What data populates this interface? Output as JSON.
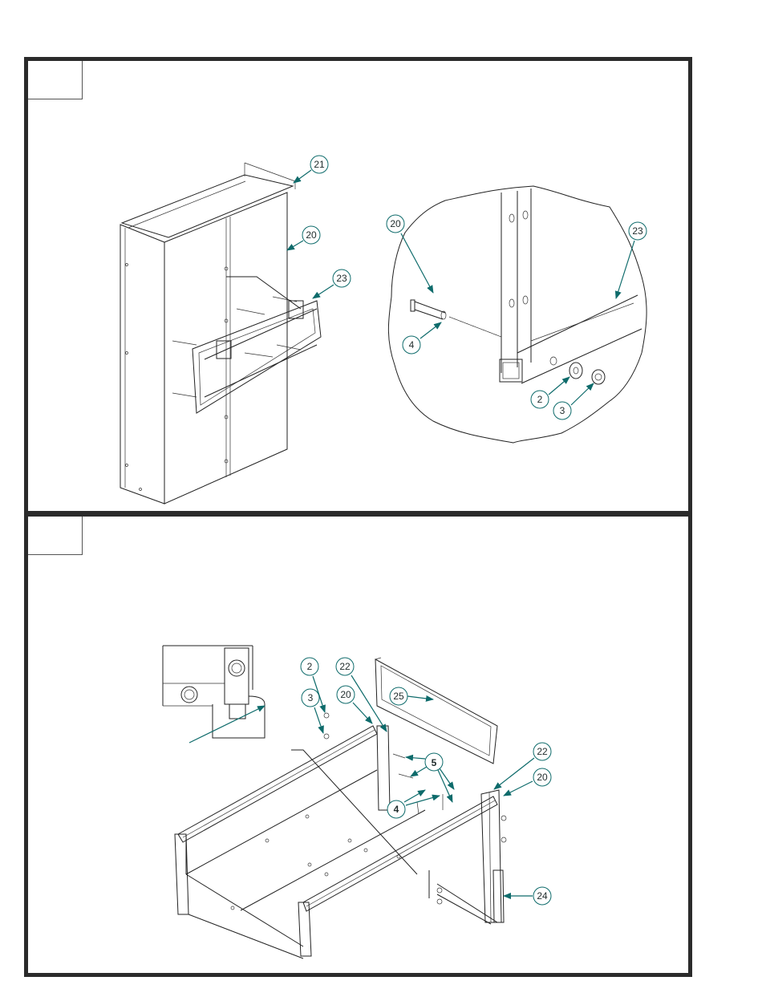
{
  "steps": [
    {
      "callouts": {
        "c21": "21",
        "c20a": "20",
        "c23a": "23",
        "c20b": "20",
        "c23b": "23",
        "c4": "4",
        "c2": "2",
        "c3": "3"
      }
    },
    {
      "callouts": {
        "c2": "2",
        "c22a": "22",
        "c3": "3",
        "c20a": "20",
        "c25": "25",
        "c5": "5",
        "c4": "4",
        "c22b": "22",
        "c20b": "20",
        "c24": "24"
      }
    }
  ],
  "colors": {
    "frame": "#2b2b2b",
    "leader": "#0e6b6b",
    "linework": "#222222"
  }
}
